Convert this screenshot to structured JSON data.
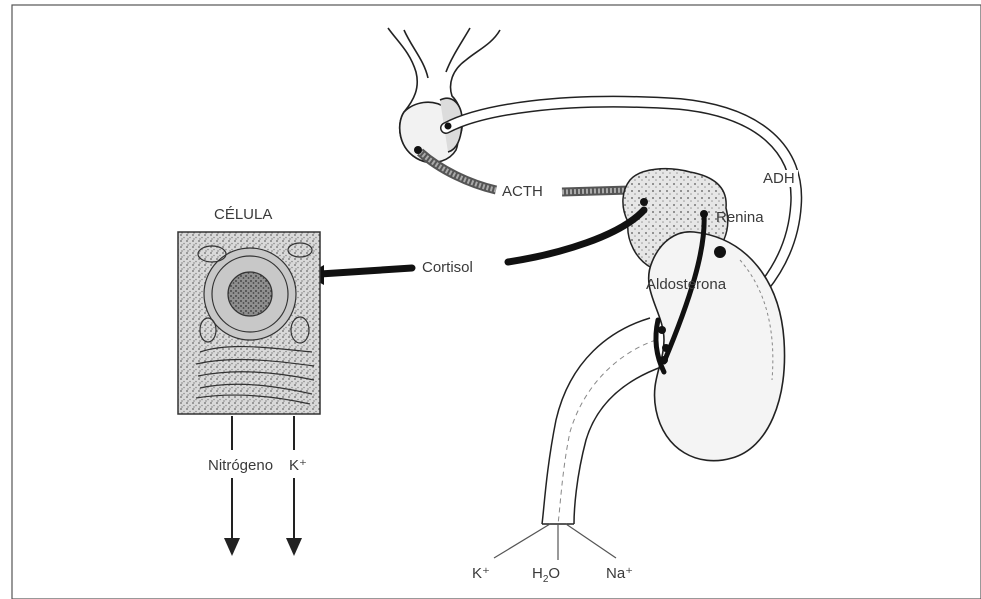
{
  "labels": {
    "celula": "CÉLULA",
    "acth": "ACTH",
    "adh": "ADH",
    "renina": "Renina",
    "cortisol": "Cortisol",
    "aldosterona": "Aldosterona",
    "nitrogeno": "Nitrógeno",
    "k_cell": "K⁺",
    "k_out": "K⁺",
    "h2o_h": "H",
    "h2o_sub": "2",
    "h2o_o": "O",
    "na_out": "Na⁺"
  }
}
